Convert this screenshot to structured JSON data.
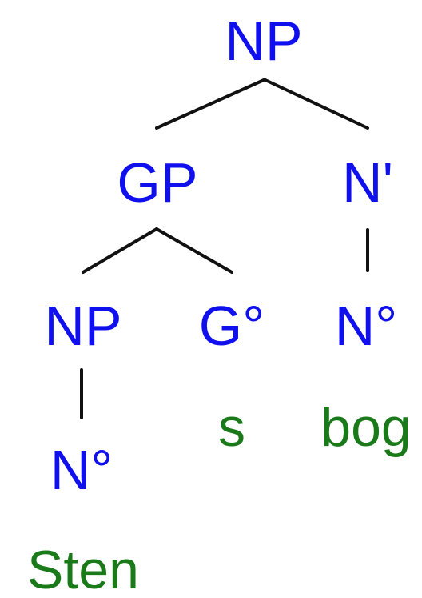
{
  "tree": {
    "nodes": [
      {
        "id": "np_root",
        "label": "NP",
        "kind": "category"
      },
      {
        "id": "gp",
        "label": "GP",
        "kind": "category"
      },
      {
        "id": "nbar",
        "label": "N'",
        "kind": "category"
      },
      {
        "id": "np_poss",
        "label": "NP",
        "kind": "category"
      },
      {
        "id": "g0",
        "label": "G°",
        "kind": "category"
      },
      {
        "id": "n0_head",
        "label": "N°",
        "kind": "category"
      },
      {
        "id": "n0_poss",
        "label": "N°",
        "kind": "category"
      },
      {
        "id": "w_s",
        "label": "s",
        "kind": "word"
      },
      {
        "id": "w_bog",
        "label": "bog",
        "kind": "word"
      },
      {
        "id": "w_sten",
        "label": "Sten",
        "kind": "word"
      }
    ],
    "edges": [
      {
        "from": "np_root",
        "to": "gp"
      },
      {
        "from": "np_root",
        "to": "nbar"
      },
      {
        "from": "gp",
        "to": "np_poss"
      },
      {
        "from": "gp",
        "to": "g0"
      },
      {
        "from": "nbar",
        "to": "n0_head"
      },
      {
        "from": "np_poss",
        "to": "n0_poss"
      }
    ],
    "colors": {
      "category": "#1010ee",
      "word": "#1a7a1a",
      "edge": "#111111"
    }
  }
}
